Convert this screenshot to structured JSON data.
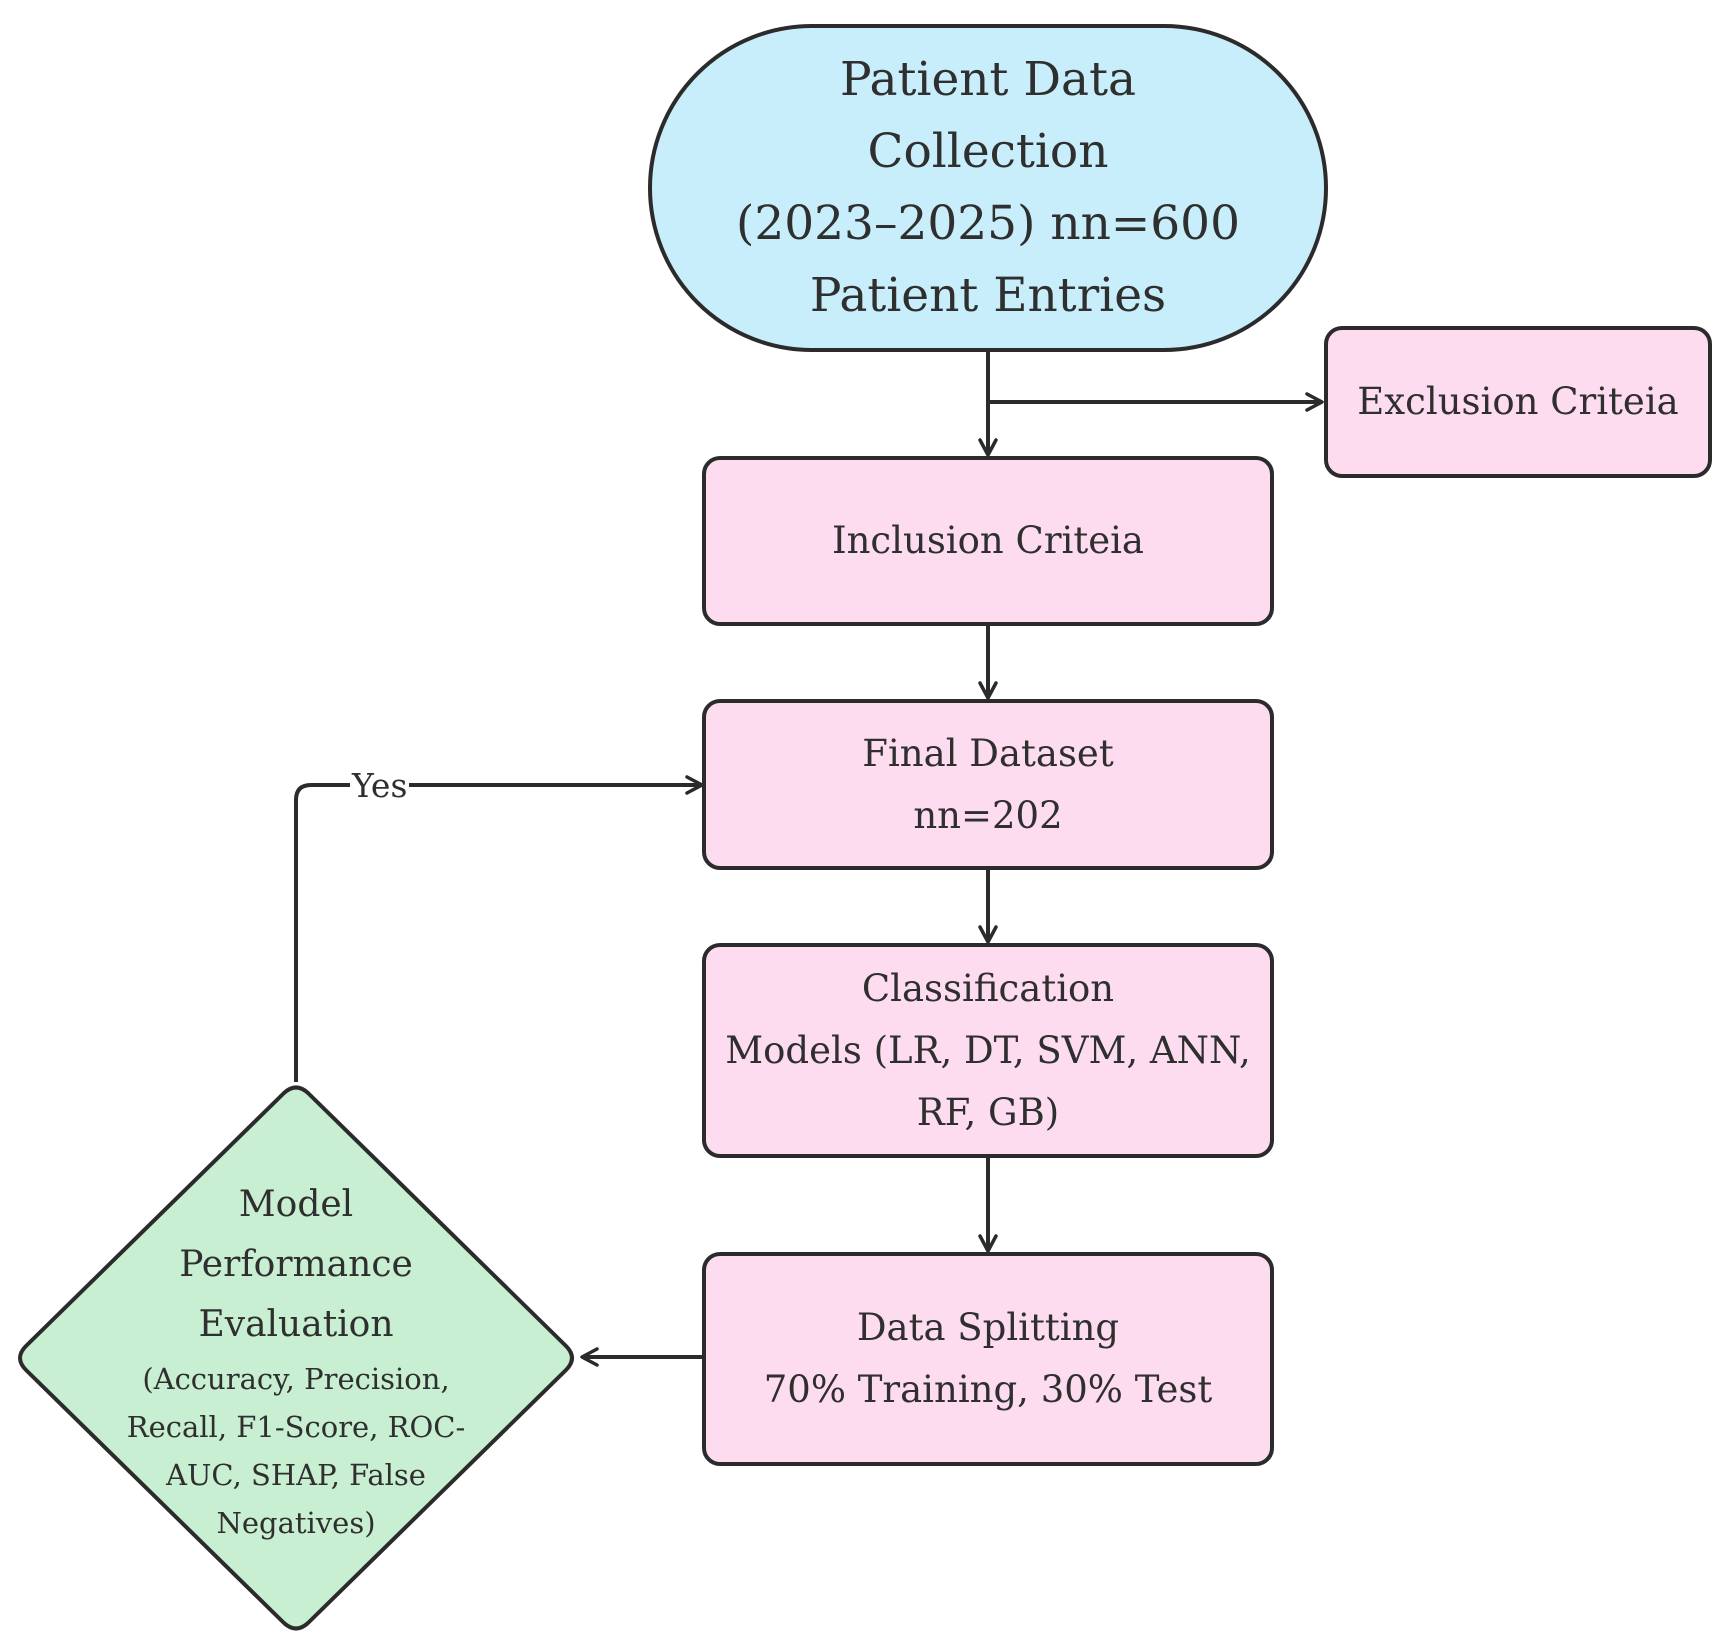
{
  "nodes": {
    "start": [
      "Patient Data",
      "Collection",
      "(2023–2025) nn=600",
      "Patient Entries"
    ],
    "exclusion": [
      "Exclusion Criteia"
    ],
    "inclusion": [
      "Inclusion Criteia"
    ],
    "final": [
      "Final Dataset",
      "nn=202"
    ],
    "models": [
      "Classification",
      "Models (LR, DT, SVM, ANN,",
      "RF, GB)"
    ],
    "splitting": [
      "Data Splitting",
      "70% Training, 30% Test"
    ],
    "evaluation": {
      "title": [
        "Model",
        "Performance",
        "Evaluation"
      ],
      "details": [
        "(Accuracy, Precision,",
        "Recall, F1-Score, ROC-",
        "AUC, SHAP, False",
        "Negatives)"
      ]
    }
  },
  "edges": {
    "yes_label": "Yes"
  },
  "colors": {
    "start_fill": "#c7eefa",
    "process_fill": "#fddcf0",
    "decision_fill": "#c9efd2",
    "stroke": "#2b2b2b"
  }
}
